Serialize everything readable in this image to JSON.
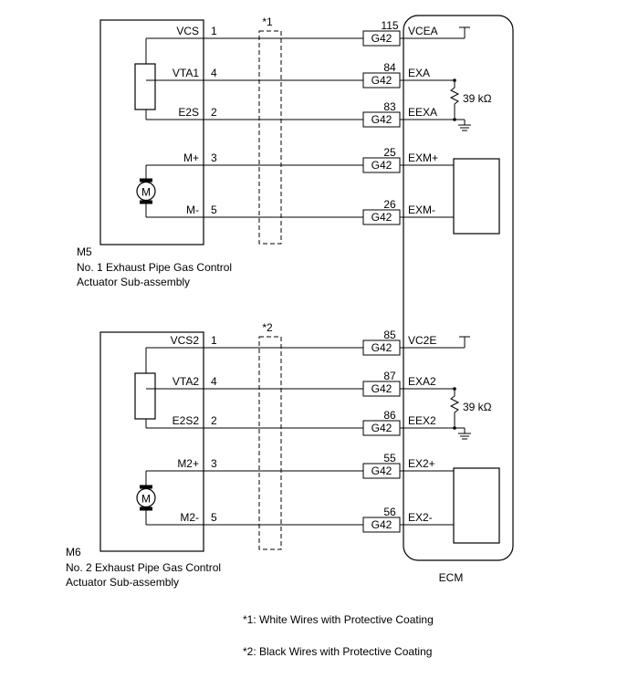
{
  "ecm": {
    "label": "ECM"
  },
  "shields": [
    "*1",
    "*2"
  ],
  "resistor_value": "39 kΩ",
  "components": [
    {
      "id": "M5",
      "name_line1": "No. 1 Exhaust Pipe Gas Control",
      "name_line2": "Actuator Sub-assembly",
      "sensor_pins": [
        {
          "name": "VCS",
          "pin": "1",
          "ecm_pin": "115",
          "ecm_connector": "G42",
          "ecm_terminal": "VCEA"
        },
        {
          "name": "VTA1",
          "pin": "4",
          "ecm_pin": "84",
          "ecm_connector": "G42",
          "ecm_terminal": "EXA"
        },
        {
          "name": "E2S",
          "pin": "2",
          "ecm_pin": "83",
          "ecm_connector": "G42",
          "ecm_terminal": "EEXA"
        }
      ],
      "motor_pins": [
        {
          "name": "M+",
          "pin": "3",
          "ecm_pin": "25",
          "ecm_connector": "G42",
          "ecm_terminal": "EXM+"
        },
        {
          "name": "M-",
          "pin": "5",
          "ecm_pin": "26",
          "ecm_connector": "G42",
          "ecm_terminal": "EXM-"
        }
      ],
      "motor_symbol": "M"
    },
    {
      "id": "M6",
      "name_line1": "No. 2 Exhaust Pipe Gas Control",
      "name_line2": "Actuator Sub-assembly",
      "sensor_pins": [
        {
          "name": "VCS2",
          "pin": "1",
          "ecm_pin": "85",
          "ecm_connector": "G42",
          "ecm_terminal": "VC2E"
        },
        {
          "name": "VTA2",
          "pin": "4",
          "ecm_pin": "87",
          "ecm_connector": "G42",
          "ecm_terminal": "EXA2"
        },
        {
          "name": "E2S2",
          "pin": "2",
          "ecm_pin": "86",
          "ecm_connector": "G42",
          "ecm_terminal": "EEX2"
        }
      ],
      "motor_pins": [
        {
          "name": "M2+",
          "pin": "3",
          "ecm_pin": "55",
          "ecm_connector": "G42",
          "ecm_terminal": "EX2+"
        },
        {
          "name": "M2-",
          "pin": "5",
          "ecm_pin": "56",
          "ecm_connector": "G42",
          "ecm_terminal": "EX2-"
        }
      ],
      "motor_symbol": "M"
    }
  ],
  "notes": [
    "*1: White Wires with Protective Coating",
    "*2: Black Wires with Protective Coating"
  ]
}
